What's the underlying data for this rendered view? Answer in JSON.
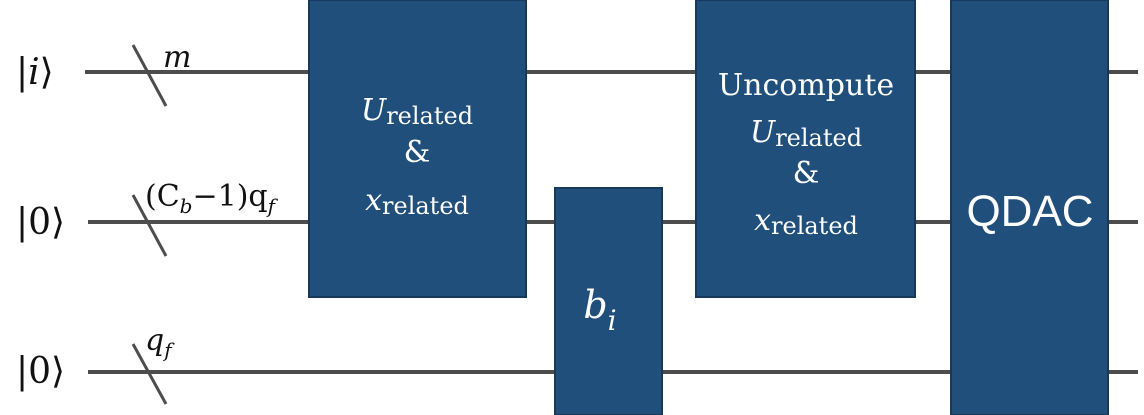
{
  "qubits": [
    {
      "ket_open": "|",
      "ket_symbol": "i",
      "ket_close": "⟩",
      "label_main": "m",
      "label_sub": ""
    },
    {
      "ket_open": "|",
      "ket_symbol": "0",
      "ket_close": "⟩",
      "label_prefix": "(C",
      "label_prefix_sub": "b",
      "label_mid": "−1)q",
      "label_sub": "f"
    },
    {
      "ket_open": "|",
      "ket_symbol": "0",
      "ket_close": "⟩",
      "label_main": "q",
      "label_sub": "f"
    }
  ],
  "gates": {
    "related": {
      "u": "U",
      "u_sub": "related",
      "amp": "&",
      "x": "x",
      "x_sub": "related"
    },
    "b": {
      "main": "b",
      "sub": "i"
    },
    "uncompute": {
      "title": "Uncompute",
      "u": "U",
      "u_sub": "related",
      "amp": "&",
      "x": "x",
      "x_sub": "related"
    },
    "qdac": {
      "label": "QDAC"
    }
  },
  "colors": {
    "gate_fill": "#204f7b",
    "wire": "#4d4d4d",
    "text_on_gate": "#ffffff"
  }
}
